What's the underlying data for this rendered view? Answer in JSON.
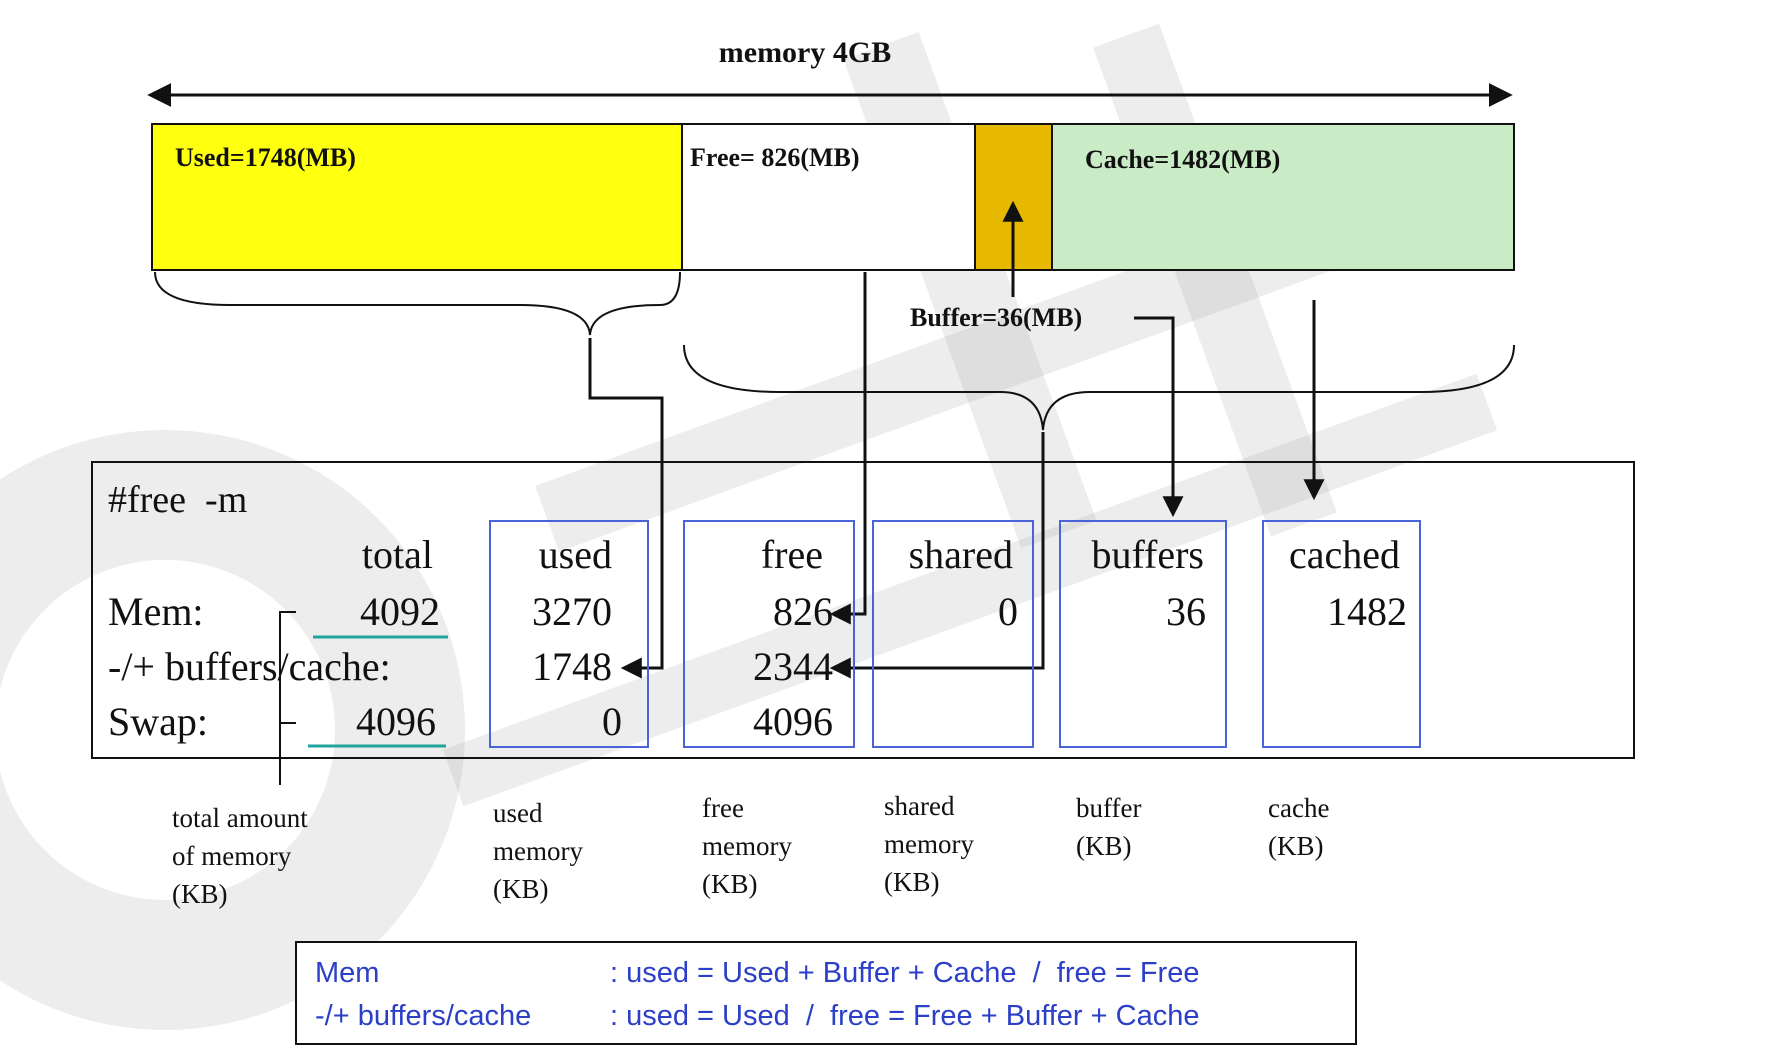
{
  "colors": {
    "used": "#ffff10",
    "free": "#ffffff",
    "buffer": "#e6b800",
    "cache": "#c9ecc6",
    "frame": "#4a63d8",
    "legend_text": "#2b3fc8",
    "underline": "#1fa59b"
  },
  "diagram": {
    "title": "memory 4GB",
    "segments": {
      "used": "Used=1748(MB)",
      "free": "Free= 826(MB)",
      "cache": "Cache=1482(MB)",
      "buffer": "Buffer=36(MB)"
    }
  },
  "terminal": {
    "command": "#free  -m",
    "headers": {
      "total": "total",
      "used": "used",
      "free": "free",
      "shared": "shared",
      "buffers": "buffers",
      "cached": "cached"
    },
    "rows": {
      "mem": {
        "label": "Mem:",
        "total": "4092",
        "used": "3270",
        "free": "826",
        "shared": "0",
        "buffers": "36",
        "cached": "1482"
      },
      "bufcache": {
        "label": "-/+ buffers/cache:",
        "used": "1748",
        "free": "2344"
      },
      "swap": {
        "label": "Swap:",
        "total": "4096",
        "used": "0",
        "free": "4096"
      }
    }
  },
  "captions": {
    "total": [
      "total amount",
      "of memory",
      "(KB)"
    ],
    "used": [
      "used",
      "memory",
      "(KB)"
    ],
    "free": [
      "free",
      "memory",
      "(KB)"
    ],
    "shared": [
      "shared",
      "memory",
      "(KB)"
    ],
    "buffer": [
      "buffer",
      "(KB)"
    ],
    "cache": [
      "cache",
      "(KB)"
    ]
  },
  "legend": {
    "mem_label": "Mem",
    "mem_formula": ": used = Used + Buffer + Cache  /  free = Free",
    "bc_label": "-/+ buffers/cache",
    "bc_formula": ": used = Used  /  free = Free + Buffer + Cache"
  }
}
